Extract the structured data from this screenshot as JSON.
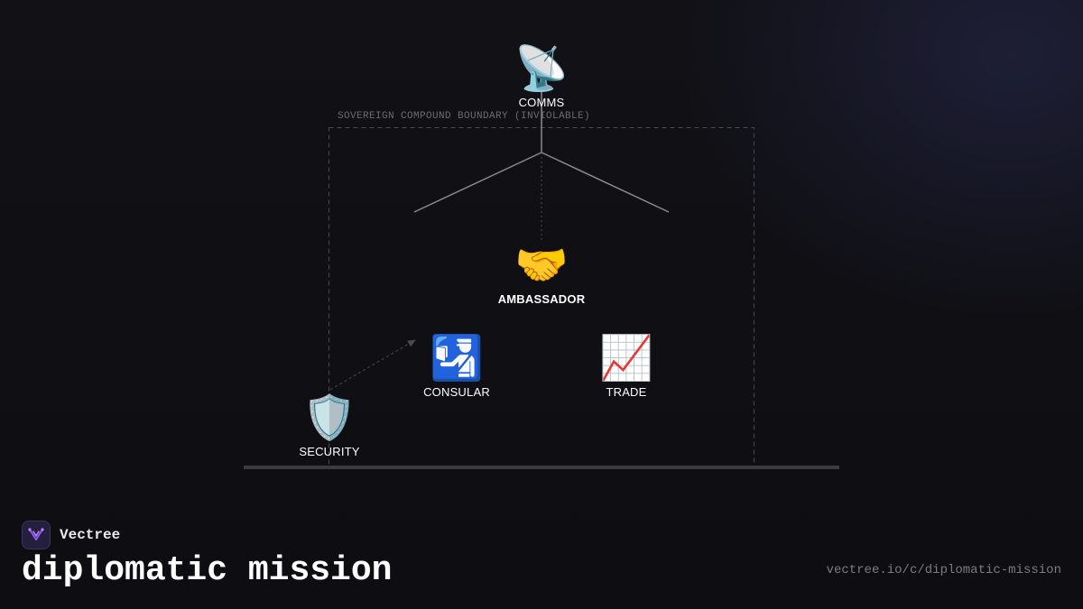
{
  "boundary": {
    "label": "SOVEREIGN COMPOUND BOUNDARY (INVIOLABLE)"
  },
  "nodes": {
    "comms": {
      "label": "COMMS",
      "icon": "satellite-antenna-icon",
      "glyph": "📡"
    },
    "ambassador": {
      "label": "AMBASSADOR",
      "icon": "handshake-icon",
      "glyph": "🤝"
    },
    "consular": {
      "label": "CONSULAR",
      "icon": "passport-control-icon",
      "glyph": "🛂"
    },
    "trade": {
      "label": "TRADE",
      "icon": "chart-increasing-icon",
      "glyph": "📈"
    },
    "security": {
      "label": "SECURITY",
      "icon": "shield-icon",
      "glyph": "🛡️"
    }
  },
  "brand": {
    "name": "Vectree",
    "logo_color": "#8b5cf6"
  },
  "page": {
    "title": "diplomatic mission",
    "url": "vectree.io/c/diplomatic-mission"
  },
  "colors": {
    "background": "#0f0f13",
    "line": "#8a8a90",
    "dashed": "#4a4a52",
    "text": "#ffffff"
  }
}
